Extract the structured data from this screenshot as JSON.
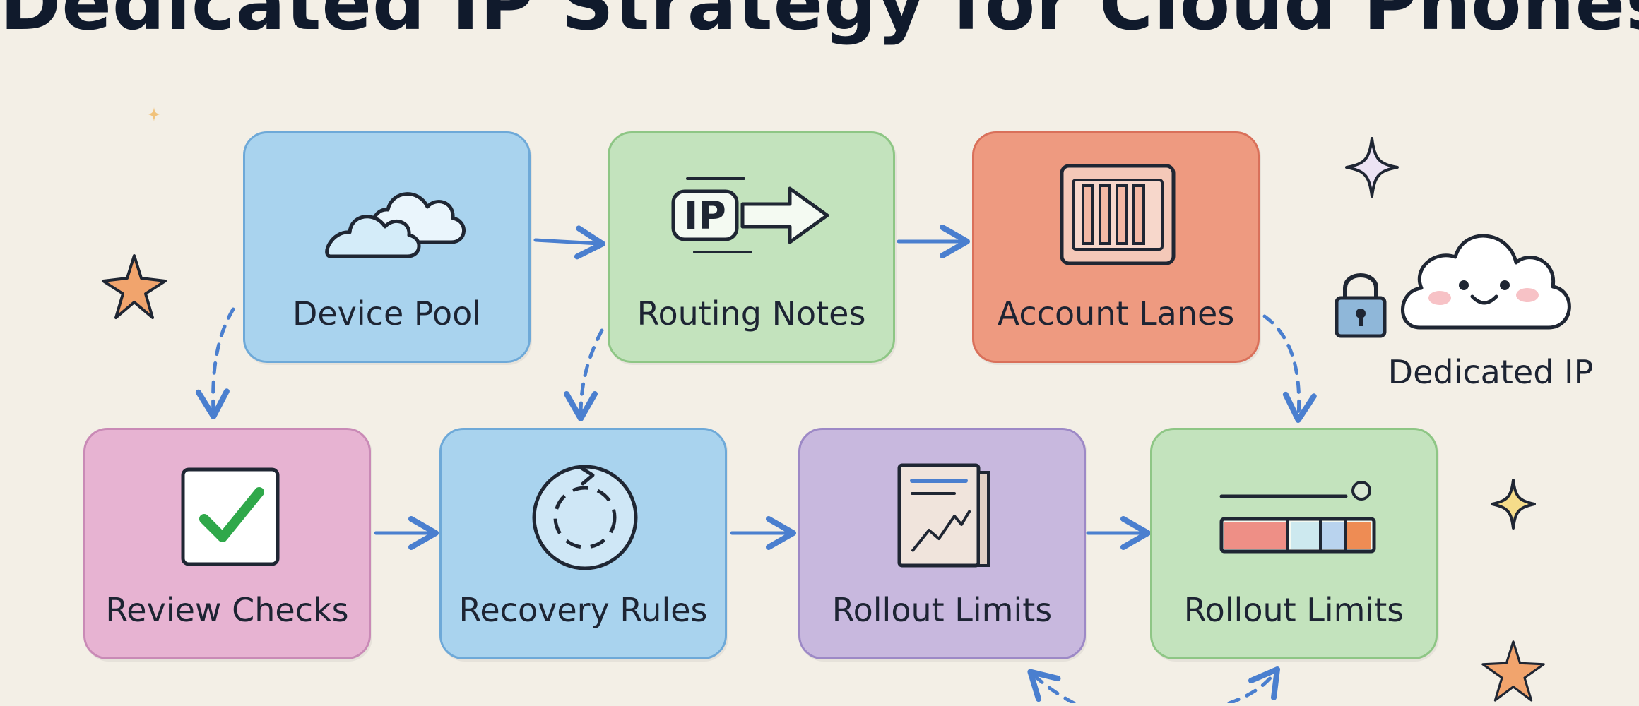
{
  "title": "Dedicated IP Strategy for Cloud Phones",
  "colors": {
    "background": "#f3efe6",
    "arrow": "#4a7fcf",
    "blue": "#a9d3ee",
    "green": "#c3e3bd",
    "red": "#ee9a80",
    "pink": "#e7b3d2",
    "purple": "#c8b8de",
    "checkmark": "#2fa84a"
  },
  "nodes": [
    {
      "id": "device-pool",
      "label": "Device Pool",
      "icon": "cloud-icon"
    },
    {
      "id": "routing-notes",
      "label": "Routing Notes",
      "icon": "ip-arrow-icon",
      "icon_text": "IP"
    },
    {
      "id": "account-lanes",
      "label": "Account Lanes",
      "icon": "lanes-icon"
    },
    {
      "id": "review-checks",
      "label": "Review Checks",
      "icon": "checkmark-icon"
    },
    {
      "id": "recovery-rules",
      "label": "Recovery Rules",
      "icon": "cycle-icon"
    },
    {
      "id": "rollout-limits-1",
      "label": "Rollout Limits",
      "icon": "chart-report-icon"
    },
    {
      "id": "rollout-limits-2",
      "label": "Rollout Limits",
      "icon": "limit-bar-icon"
    }
  ],
  "connections": [
    {
      "from": "device-pool",
      "to": "routing-notes",
      "style": "solid"
    },
    {
      "from": "routing-notes",
      "to": "account-lanes",
      "style": "solid"
    },
    {
      "from": "device-pool",
      "to": "review-checks",
      "style": "dashed"
    },
    {
      "from": "routing-notes",
      "to": "recovery-rules",
      "style": "dashed"
    },
    {
      "from": "account-lanes",
      "to": "rollout-limits-2",
      "style": "dashed"
    },
    {
      "from": "review-checks",
      "to": "recovery-rules",
      "style": "solid"
    },
    {
      "from": "recovery-rules",
      "to": "rollout-limits-1",
      "style": "solid"
    },
    {
      "from": "rollout-limits-1",
      "to": "rollout-limits-2",
      "style": "solid"
    }
  ],
  "side_badge": {
    "label": "Dedicated IP",
    "icons": [
      "lock-icon",
      "smiling-cloud-icon"
    ]
  },
  "decorations": [
    "star-icon",
    "sparkle-icon"
  ]
}
